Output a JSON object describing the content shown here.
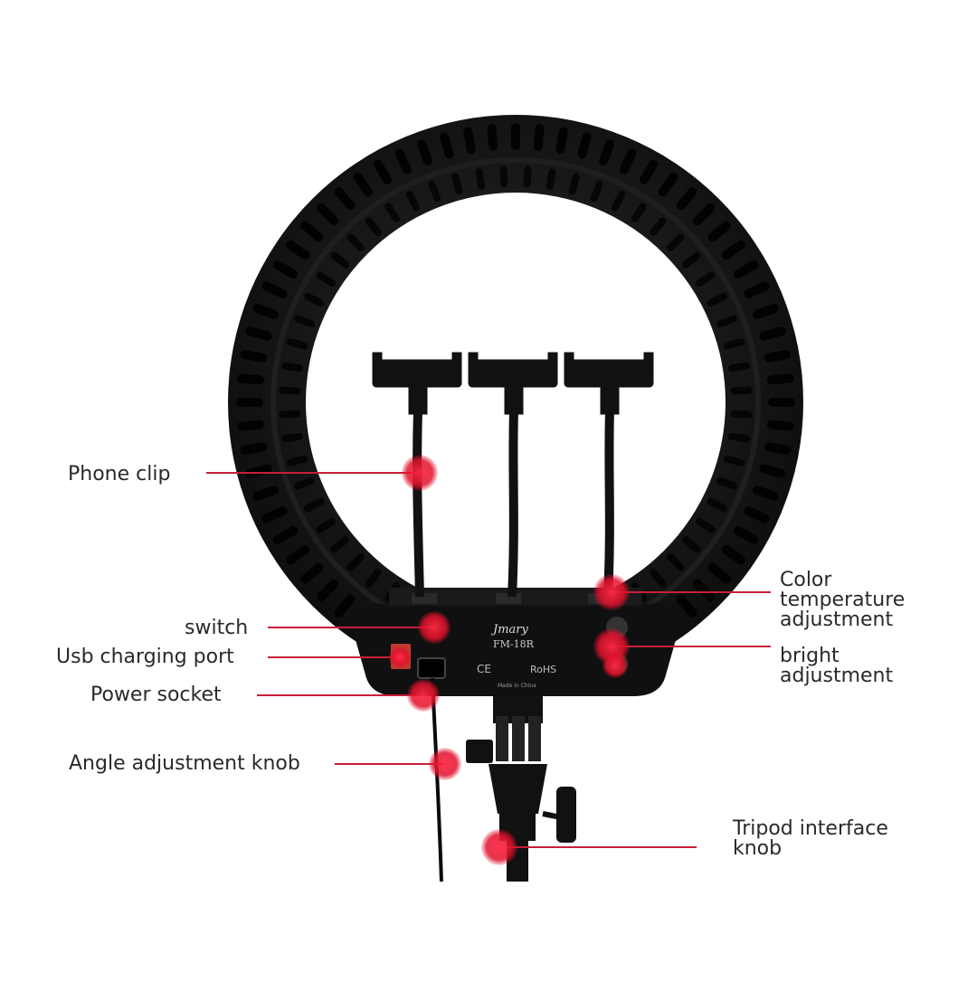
{
  "labels": {
    "phone_clip": "Phone clip",
    "switch": "switch",
    "usb_port": "Usb charging port",
    "power_socket": "Power socket",
    "angle_knob": "Angle adjustment knob",
    "color_temp_1": "Color",
    "color_temp_2": "temperature",
    "color_temp_3": "adjustment",
    "bright_1": "bright",
    "bright_2": "adjustment",
    "tripod_1": "Tripod interface",
    "tripod_2": "knob"
  },
  "device": {
    "brand": "Jmary",
    "model": "FM-18R",
    "ce_mark": "CE",
    "rohs_mark": "RoHS",
    "made_in": "Made in China"
  },
  "colors": {
    "leader_line": "#c81e3a",
    "marker": "#e0112b",
    "ring": "#151515",
    "text": "#2a2a2a"
  }
}
